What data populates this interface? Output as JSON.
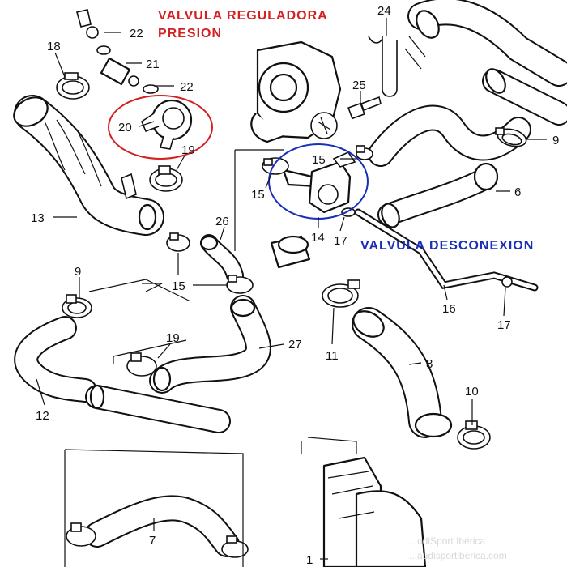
{
  "annotations": {
    "regulator_title_1": "VALVULA  REGULADORA",
    "regulator_title_2": "PRESION",
    "disconnect_title": "VALVULA  DESCONEXION",
    "red_color": "#d42020",
    "blue_color": "#1a2fb8"
  },
  "callouts": {
    "c1": "1",
    "c6": "6",
    "c7": "7",
    "c8": "8",
    "c9a": "9",
    "c9b": "9",
    "c10": "10",
    "c11": "11",
    "c12": "12",
    "c13": "13",
    "c14": "14",
    "c15a": "15",
    "c15b": "15",
    "c15c": "15",
    "c16": "16",
    "c17a": "17",
    "c17b": "17",
    "c18": "18",
    "c19a": "19",
    "c19b": "19",
    "c20": "20",
    "c21": "21",
    "c22a": "22",
    "c22b": "22",
    "c24": "24",
    "c25": "25",
    "c26": "26",
    "c27": "27"
  },
  "watermark": {
    "line1": "...udiSport Ibérica",
    "line2": "...audisportiberica.com"
  }
}
